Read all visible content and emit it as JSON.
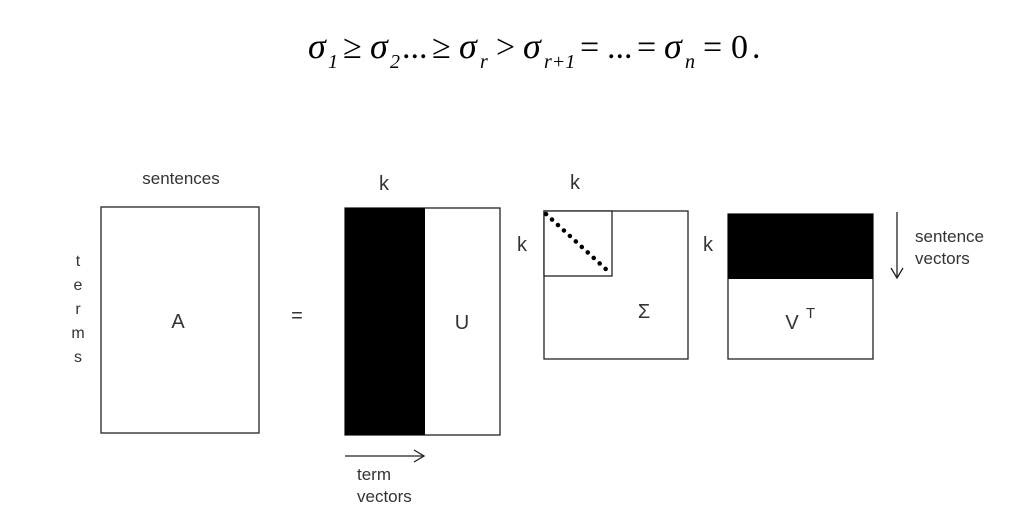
{
  "equation": {
    "sigma": "σ",
    "sub1": "1",
    "sub2": "2",
    "subr": "r",
    "subr1": "r+1",
    "subn": "n",
    "geq": "≥",
    "gt": ">",
    "eq": "=",
    "dots": "...",
    "zero": "0",
    "period": "."
  },
  "diagram": {
    "matrix_a": {
      "label": "A",
      "top_label": "sentences",
      "side_label": [
        "t",
        "e",
        "r",
        "m",
        "s"
      ]
    },
    "equals": "=",
    "matrix_u": {
      "label": "U",
      "top_label": "k",
      "bottom_label": [
        "term",
        "vectors"
      ]
    },
    "matrix_sigma": {
      "label": "Σ",
      "top_label": "k",
      "side_label": "k"
    },
    "matrix_vt": {
      "label": "V",
      "superscript": "T",
      "side_label": "k",
      "right_label": [
        "sentence",
        "vectors"
      ]
    }
  },
  "colors": {
    "ink": "#222222",
    "fill": "#000000",
    "background": "#ffffff"
  }
}
